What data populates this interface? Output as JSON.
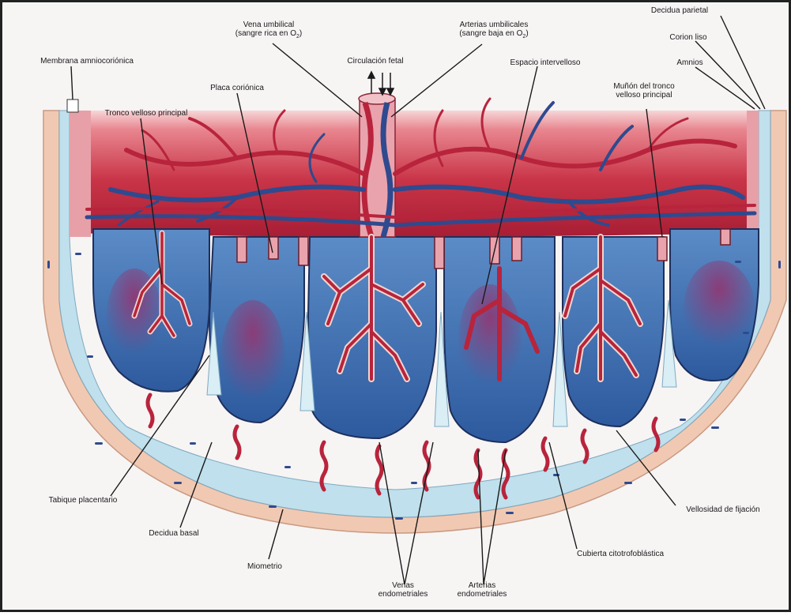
{
  "figure": {
    "labels": {
      "vena_umbilical_1": "Vena umbilical",
      "vena_umbilical_2": "(sangre rica en O",
      "vena_umbilical_sub": "2",
      "arterias_umbilicales_1": "Arterias umbilicales",
      "arterias_umbilicales_2": "(sangre baja en O",
      "arterias_umbilicales_sub": "2",
      "decidua_parietal": "Decidua parietal",
      "corion_liso": "Corion liso",
      "amnios": "Amnios",
      "membrana_amniocorionica": "Membrana amniocoriónica",
      "circulacion_fetal": "Circulación fetal",
      "espacio_intervelloso": "Espacio intervelloso",
      "placa_corionica": "Placa coriónica",
      "munon_tronco_1": "Muñón del tronco",
      "munon_tronco_2": "velloso principal",
      "tronco_velloso_principal": "Tronco velloso principal",
      "tabique_placentario": "Tabique placentario",
      "decidua_basal": "Decidua basal",
      "miometrio": "Miometrio",
      "venas_endometriales_1": "Venas",
      "venas_endometriales_2": "endometriales",
      "arterias_endometriales_1": "Arterias",
      "arterias_endometriales_2": "endometriales",
      "cubierta_citotrofoblastica": "Cubierta citotrofoblástica",
      "vellosidad_fijacion": "Vellosidad de fijación"
    },
    "colors": {
      "myometrium": "#f1c9b3",
      "decidua": "#bfe0ec",
      "intervillous": "#3f6fae",
      "chorionic_plate": "#c73a4d",
      "artery": "#b8243c",
      "vein": "#2f4a8e",
      "membrane": "#e8a0a8"
    }
  }
}
